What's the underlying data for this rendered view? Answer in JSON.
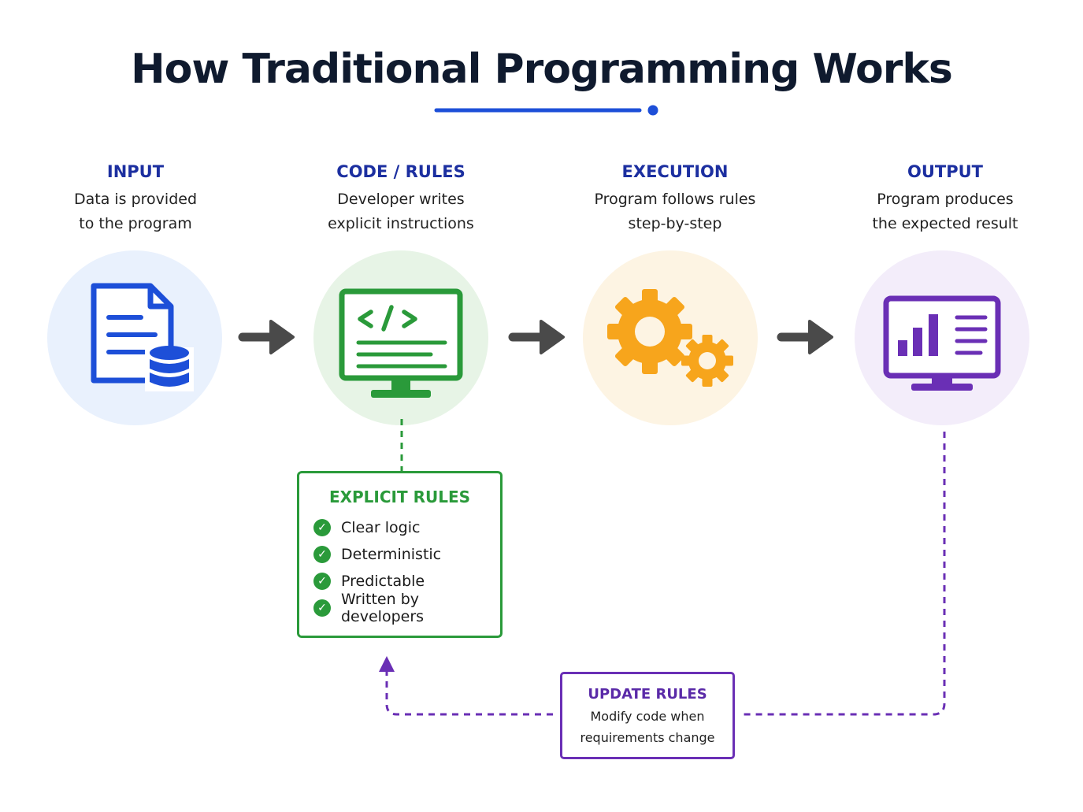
{
  "title": "How Traditional Programming Works",
  "steps": [
    {
      "title": "INPUT",
      "line1": "Data is provided",
      "line2": "to the program"
    },
    {
      "title": "CODE / RULES",
      "line1": "Developer writes",
      "line2": "explicit instructions"
    },
    {
      "title": "EXECUTION",
      "line1": "Program follows rules",
      "line2": "step-by-step"
    },
    {
      "title": "OUTPUT",
      "line1": "Program produces",
      "line2": "the expected result"
    }
  ],
  "explicit_rules": {
    "title": "EXPLICIT RULES",
    "items": [
      "Clear logic",
      "Deterministic",
      "Predictable",
      "Written by developers"
    ]
  },
  "update_rules": {
    "title": "UPDATE RULES",
    "line1": "Modify code when",
    "line2": "requirements change"
  },
  "icons": {
    "input": "document-database-icon",
    "code": "code-monitor-icon",
    "execution": "gears-icon",
    "output": "analytics-monitor-icon"
  },
  "colors": {
    "blue": "#1d4fd8",
    "green": "#2a9a3a",
    "orange": "#f7a51c",
    "purple": "#6a2fb5",
    "arrow": "#4a4a4a"
  }
}
